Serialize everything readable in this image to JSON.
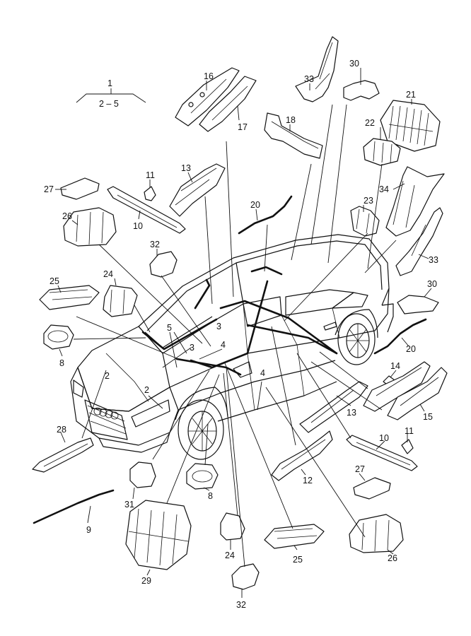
{
  "diagram": {
    "reference": {
      "number": "1",
      "range": "2 – 5"
    },
    "callouts": [
      {
        "id": "c16",
        "text": "16"
      },
      {
        "id": "c17",
        "text": "17"
      },
      {
        "id": "c33a",
        "text": "33"
      },
      {
        "id": "c30a",
        "text": "30"
      },
      {
        "id": "c21",
        "text": "21"
      },
      {
        "id": "c18",
        "text": "18"
      },
      {
        "id": "c22",
        "text": "22"
      },
      {
        "id": "c11a",
        "text": "11"
      },
      {
        "id": "c13a",
        "text": "13"
      },
      {
        "id": "c27a",
        "text": "27"
      },
      {
        "id": "c34",
        "text": "34"
      },
      {
        "id": "c20a",
        "text": "20"
      },
      {
        "id": "c23",
        "text": "23"
      },
      {
        "id": "c26a",
        "text": "26"
      },
      {
        "id": "c10a",
        "text": "10"
      },
      {
        "id": "c32a",
        "text": "32"
      },
      {
        "id": "c33b",
        "text": "33"
      },
      {
        "id": "c24a",
        "text": "24"
      },
      {
        "id": "c25a",
        "text": "25"
      },
      {
        "id": "c30b",
        "text": "30"
      },
      {
        "id": "c3a",
        "text": "3"
      },
      {
        "id": "c5",
        "text": "5"
      },
      {
        "id": "c3b",
        "text": "3"
      },
      {
        "id": "c4a",
        "text": "4"
      },
      {
        "id": "c20b",
        "text": "20"
      },
      {
        "id": "c8a",
        "text": "8"
      },
      {
        "id": "c2a",
        "text": "2"
      },
      {
        "id": "c14",
        "text": "14"
      },
      {
        "id": "c2b",
        "text": "2"
      },
      {
        "id": "c4b",
        "text": "4"
      },
      {
        "id": "c13b",
        "text": "13"
      },
      {
        "id": "c15",
        "text": "15"
      },
      {
        "id": "c28",
        "text": "28"
      },
      {
        "id": "c11b",
        "text": "11"
      },
      {
        "id": "c10b",
        "text": "10"
      },
      {
        "id": "c12",
        "text": "12"
      },
      {
        "id": "c27b",
        "text": "27"
      },
      {
        "id": "c31",
        "text": "31"
      },
      {
        "id": "c8b",
        "text": "8"
      },
      {
        "id": "c9",
        "text": "9"
      },
      {
        "id": "c24b",
        "text": "24"
      },
      {
        "id": "c26b",
        "text": "26"
      },
      {
        "id": "c25b",
        "text": "25"
      },
      {
        "id": "c29",
        "text": "29"
      },
      {
        "id": "c32b",
        "text": "32"
      }
    ]
  }
}
